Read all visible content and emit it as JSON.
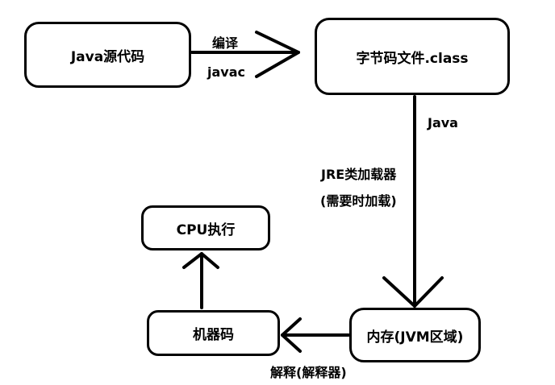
{
  "nodes": {
    "java_source": "Java源代码",
    "bytecode": "字节码文件.class",
    "cpu": "CPU执行",
    "machine_code": "机器码",
    "memory": "内存(JVM区域)"
  },
  "edges": {
    "compile": "编译",
    "javac": "javac",
    "java": "Java",
    "jre_loader": "JRE类加载器",
    "on_demand": "(需要时加载)",
    "interpret": "解释(解释器)"
  }
}
